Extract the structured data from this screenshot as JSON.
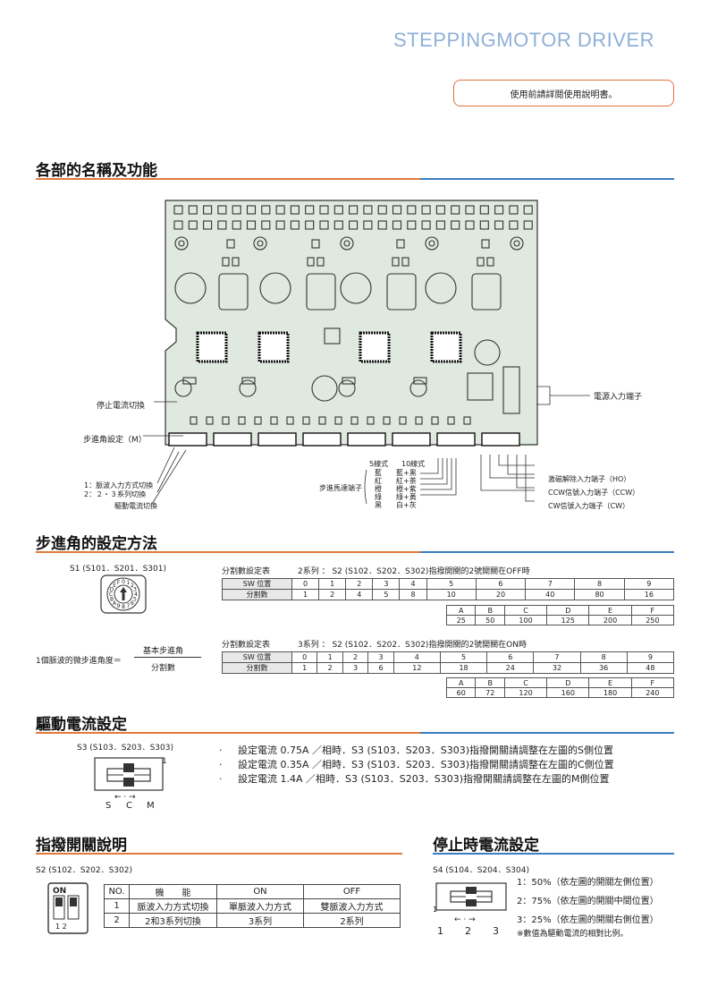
{
  "header": {
    "brand": "STEPPINGMOTOR  DRIVER",
    "notice": "使用前請詳閱使用說明書。"
  },
  "section1": {
    "title": "各部的名稱及功能",
    "labels": {
      "stop_current": "停止電流切換",
      "step_angle": "步進角設定（M）",
      "switch_1": "1：脈波入力方式切換",
      "switch_2": "2：２・３系列切換",
      "drive_current": "驅動電流切換",
      "power_terminal": "電源入力端子",
      "motor_terminal": "步進馬達端子",
      "five_wire": "5線式",
      "ten_wire": "10線式",
      "wires_5": [
        "藍",
        "紅",
        "橙",
        "綠",
        "黑"
      ],
      "wires_10": [
        "藍+黑",
        "紅+茶",
        "橙+紫",
        "綠+黃",
        "白+灰"
      ],
      "ho_terminal": "激磁解除入力端子（HO）",
      "ccw_terminal": "CCW信號入力端子（CCW）",
      "cw_terminal": "CW信號入力端子（CW）"
    }
  },
  "section2": {
    "title": "步進角的設定方法",
    "s1_label": "S1 (S101．S201．S301)",
    "formula_left": "1個脈波的微步進角度＝",
    "formula_num": "基本步進角",
    "formula_den": "分割數",
    "table_a": {
      "caption": "分割數設定表",
      "series": "2系列 ： S2 (S102．S202．S302)指撥開關的2號開關在OFF時",
      "sw_label": "SW 位置",
      "div_label": "分割數",
      "sw_row1": [
        "0",
        "1",
        "2",
        "3",
        "4",
        "5",
        "6",
        "7",
        "8",
        "9"
      ],
      "div_row1": [
        "1",
        "2",
        "4",
        "5",
        "8",
        "10",
        "20",
        "40",
        "80",
        "16"
      ],
      "sw_row2": [
        "A",
        "B",
        "C",
        "D",
        "E",
        "F"
      ],
      "div_row2": [
        "25",
        "50",
        "100",
        "125",
        "200",
        "250"
      ]
    },
    "table_b": {
      "caption": "分割數設定表",
      "series": "3系列 ： S2 (S102．S202．S302)指撥開關的2號開關在ON時",
      "sw_label": "SW 位置",
      "div_label": "分割數",
      "sw_row1": [
        "0",
        "1",
        "2",
        "3",
        "4",
        "5",
        "6",
        "7",
        "8",
        "9"
      ],
      "div_row1": [
        "1",
        "2",
        "3",
        "6",
        "12",
        "18",
        "24",
        "32",
        "36",
        "48"
      ],
      "sw_row2": [
        "A",
        "B",
        "C",
        "D",
        "E",
        "F"
      ],
      "div_row2": [
        "60",
        "72",
        "120",
        "160",
        "180",
        "240"
      ]
    }
  },
  "section3": {
    "title": "驅動電流設定",
    "s3_label": "S3 (S103．S203．S303)",
    "switch_letters": [
      "S",
      "C",
      "M"
    ],
    "switch_one": "1",
    "bullets": [
      "設定電流 0.75A ／相時．S3 (S103．S203．S303)指撥開關請調整在左圖的S側位置",
      "設定電流 0.35A ／相時．S3 (S103．S203．S303)指撥開關請調整在左圖的C側位置",
      "設定電流 1.4A ／相時．S3 (S103．S203．S303)指撥開關請調整在左圖的M側位置"
    ]
  },
  "section4": {
    "title": "指撥開關說明",
    "s2_label": "S2 (S102．S202．S302)",
    "table": {
      "headers": [
        "NO.",
        "機　　能",
        "ON",
        "OFF"
      ],
      "rows": [
        [
          "1",
          "脈波入力方式切換",
          "單脈波入力方式",
          "雙脈波入力方式"
        ],
        [
          "2",
          "2和3系列切換",
          "3系列",
          "2系列"
        ]
      ]
    }
  },
  "section5": {
    "title": "停止時電流設定",
    "s4_label": "S4 (S104．S204．S304)",
    "settings": [
      "1：50%（依左圖的開關左側位置）",
      "2：75%（依左圖的開關中間位置）",
      "3：25%（依左圖的開關右側位置）"
    ],
    "positions": [
      "1",
      "2",
      "3"
    ],
    "switch_one": "1",
    "note": "※數值為驅動電流的相對比例。"
  },
  "colors": {
    "accent_orange": "#e07a3c",
    "accent_blue": "#3a7dc0",
    "brand": "#8fb0d8",
    "board": "#dfe9df"
  }
}
